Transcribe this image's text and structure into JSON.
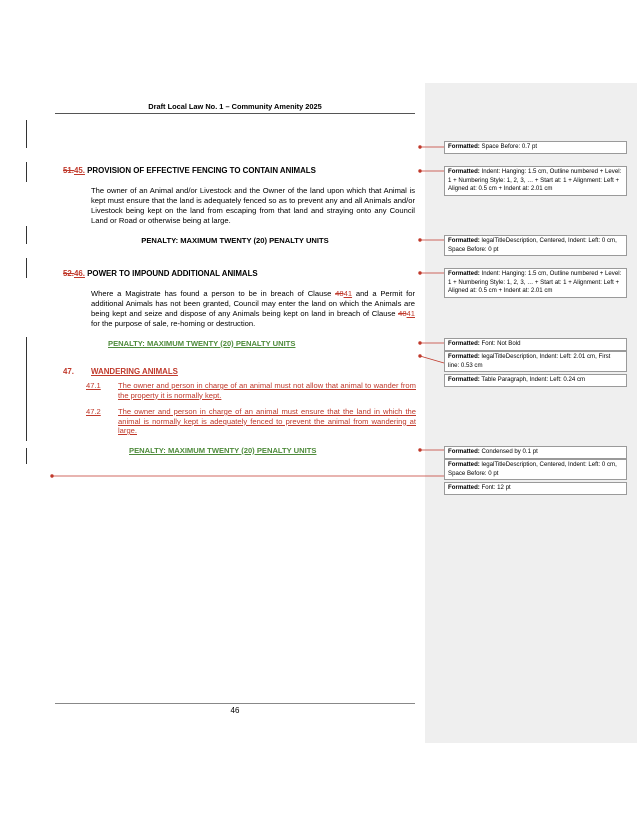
{
  "header": {
    "title": "Draft Local Law No. 1 – Community Amenity 2025"
  },
  "footer": {
    "page_number": "46"
  },
  "sections": {
    "s45": {
      "old_num": "51.",
      "new_num": "45.",
      "title": "PROVISION OF EFFECTIVE FENCING TO CONTAIN ANIMALS",
      "body": "The owner of an Animal and/or Livestock and the Owner of the land upon which that Animal is kept must ensure that the land is adequately fenced so as to prevent any and all Animals and/or Livestock being kept on the land from escaping from that land and straying onto any Council Land or Road or otherwise being at large.",
      "penalty": "PENALTY: MAXIMUM TWENTY (20) PENALTY UNITS"
    },
    "s46": {
      "old_num": "52.",
      "new_num": "46.",
      "title": "POWER TO IMPOUND ADDITIONAL ANIMALS",
      "body_part1": "Where a Magistrate has found a person to be in breach of Clause ",
      "clause_ref_del": "48",
      "clause_ref_ins": "41",
      "body_part2": " and a Permit for additional Animals has not been granted, Council may enter the land on which the Animals are being kept and seize and dispose of any Animals being kept on land in breach of Clause ",
      "body_part3": " for the purpose of sale, re-homing or destruction.",
      "penalty": "PENALTY: MAXIMUM TWENTY (20) PENALTY UNITS"
    },
    "s47": {
      "num": "47.",
      "title": "WANDERING ANIMALS",
      "items": [
        {
          "num": "47.1",
          "text": "The owner and person in charge of an animal must not allow that animal to wander from the property it is normally kept."
        },
        {
          "num": "47.2",
          "text": "The owner and person in charge of an animal must ensure that the land in which the animal is normally kept is adequately fenced to prevent the animal from wandering at large. "
        }
      ],
      "penalty": "PENALTY: MAXIMUM TWENTY (20) PENALTY UNITS"
    }
  },
  "balloons": [
    {
      "label": "Formatted:",
      "text": "Space Before:  0.7 pt"
    },
    {
      "label": "Formatted:",
      "text": "Indent: Hanging:  1.5 cm, Outline numbered + Level: 1 + Numbering Style: 1, 2, 3, … + Start at: 1 + Alignment: Left + Aligned at:  0.5 cm + Indent at:  2.01 cm"
    },
    {
      "label": "Formatted:",
      "text": "legalTitleDescription, Centered, Indent: Left:  0 cm, Space Before:  0 pt"
    },
    {
      "label": "Formatted:",
      "text": "Indent: Hanging:  1.5 cm, Outline numbered + Level: 1 + Numbering Style: 1, 2, 3, … + Start at: 1 + Alignment: Left + Aligned at:  0.5 cm + Indent at:  2.01 cm"
    },
    {
      "label": "Formatted:",
      "text": "Font: Not Bold"
    },
    {
      "label": "Formatted:",
      "text": "legalTitleDescription, Indent: Left:  2.01 cm, First line:  0.53 cm"
    },
    {
      "label": "Formatted:",
      "text": "Table Paragraph, Indent: Left:  0.24 cm"
    },
    {
      "label": "Formatted:",
      "text": "Condensed by  0.1 pt"
    },
    {
      "label": "Formatted:",
      "text": "legalTitleDescription, Centered, Indent: Left:  0 cm, Space Before:  0 pt"
    },
    {
      "label": "Formatted:",
      "text": "Font: 12 pt"
    }
  ],
  "colors": {
    "deleted": "#c0392b",
    "moved": "#4e8b3b",
    "markup_pane": "#efefef"
  }
}
